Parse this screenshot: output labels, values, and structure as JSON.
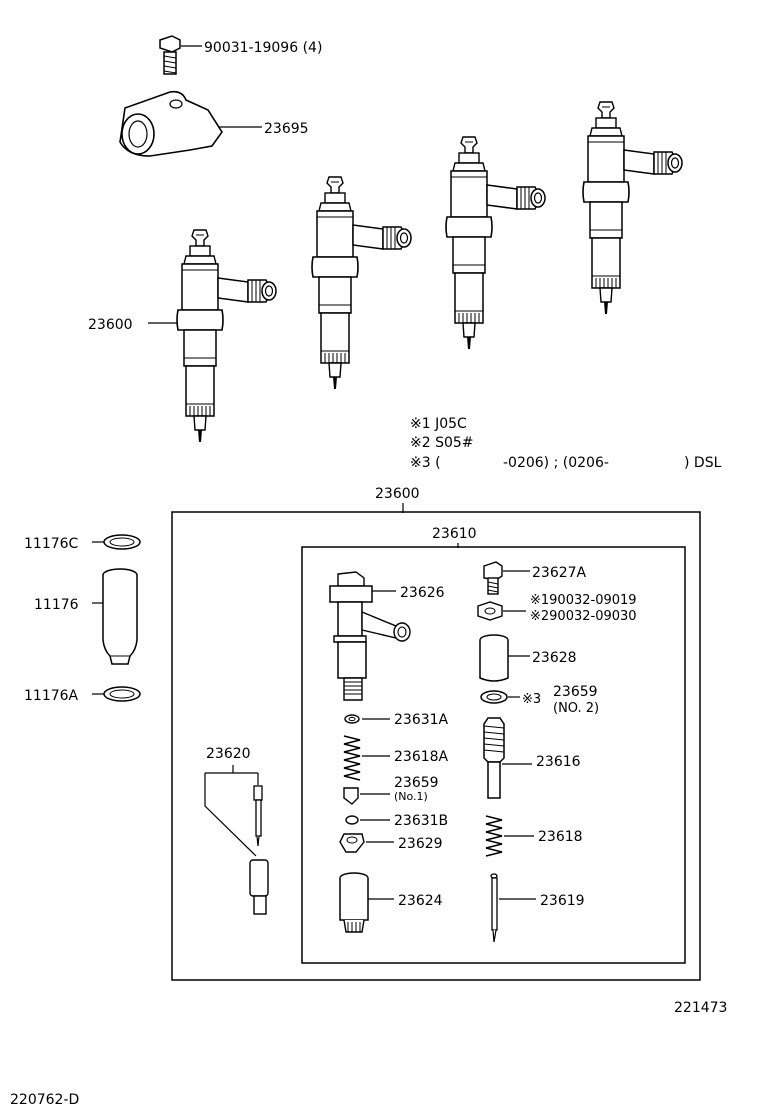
{
  "labels": {
    "bolt_90031": "90031-19096 (4)",
    "clamp": "23695",
    "injector_top": "23600",
    "note1": "※1 J05C",
    "note2": "※2 S05#",
    "note3_a": "※3 (",
    "note3_b": "-0206) ; (0206-",
    "note3_c": ") DSL",
    "assy": "23600",
    "sub_assy": "23610",
    "gasket_c": "11176C",
    "sleeve": "11176",
    "gasket_a": "11176A",
    "nozzle_kit": "23620",
    "body": "23626",
    "bolt_a": "23627A",
    "nut_1": "※190032-09019",
    "nut_2": "※290032-09030",
    "retainer": "23628",
    "shim_mark": "※3",
    "shim": "23659",
    "shim_no2": "(NO. 2)",
    "washer_a": "23631A",
    "spring_a": "23618A",
    "shim_small": "23659",
    "shim_no1": "(No.1)",
    "washer_b": "23631B",
    "seat": "23629",
    "rod": "23616",
    "spring": "23618",
    "nozzle_nut": "23624",
    "push_rod": "23619",
    "figure_no": "221473",
    "drawing_no": "220762-D"
  }
}
